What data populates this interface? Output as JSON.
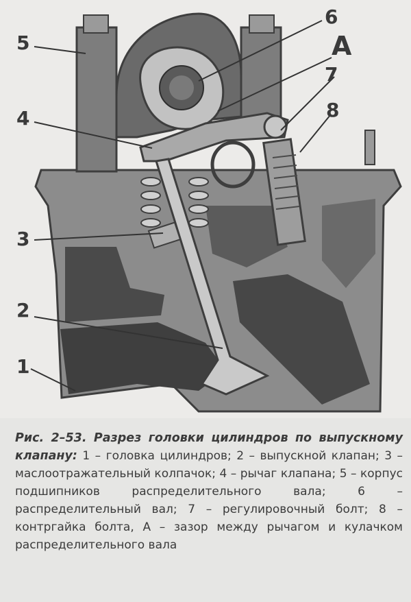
{
  "figure": {
    "callouts": {
      "c1": "1",
      "c2": "2",
      "c3": "3",
      "c4": "4",
      "c5": "5",
      "c6": "6",
      "c7": "7",
      "c8": "8",
      "cA": "А"
    }
  },
  "caption": {
    "title": "Рис. 2–53. Разрез головки цилиндров по выпускному клапану:",
    "body": "1 – головка цилиндров; 2 – выпускной клапан; 3 – маслоотражательный колпачок; 4 – рычаг клапана; 5 – корпус подшипников распределительного вала; 6 – распределительный вал; 7 – регулировочный болт; 8 – контргайка болта, А – зазор между рычагом и кулачком распределительного вала"
  },
  "colors": {
    "background": "#e6e6e4",
    "metal_dark": "#5a5a5a",
    "metal_mid": "#8a8a8a",
    "metal_light": "#b9b9b9",
    "text": "#3b3b3b"
  }
}
